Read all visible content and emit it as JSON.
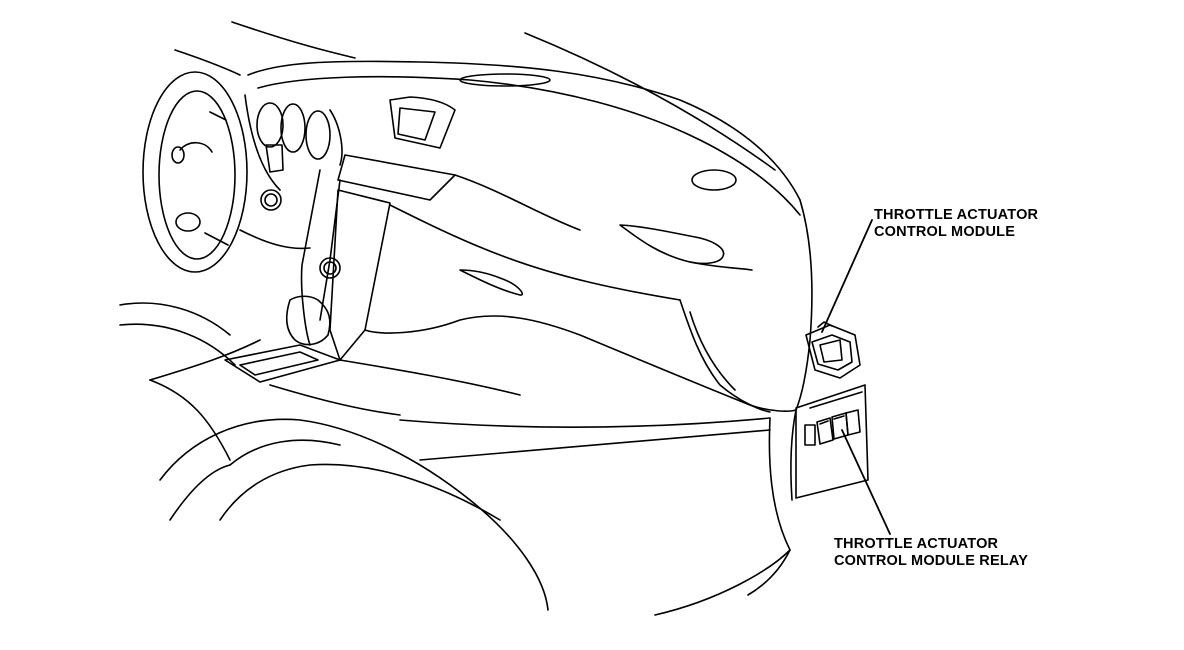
{
  "callouts": {
    "module": {
      "line1": "THROTTLE ACTUATOR",
      "line2": "CONTROL MODULE"
    },
    "relay": {
      "line1": "THROTTLE ACTUATOR",
      "line2": "CONTROL MODULE RELAY"
    }
  },
  "colors": {
    "line": "#000000",
    "background": "#ffffff"
  }
}
